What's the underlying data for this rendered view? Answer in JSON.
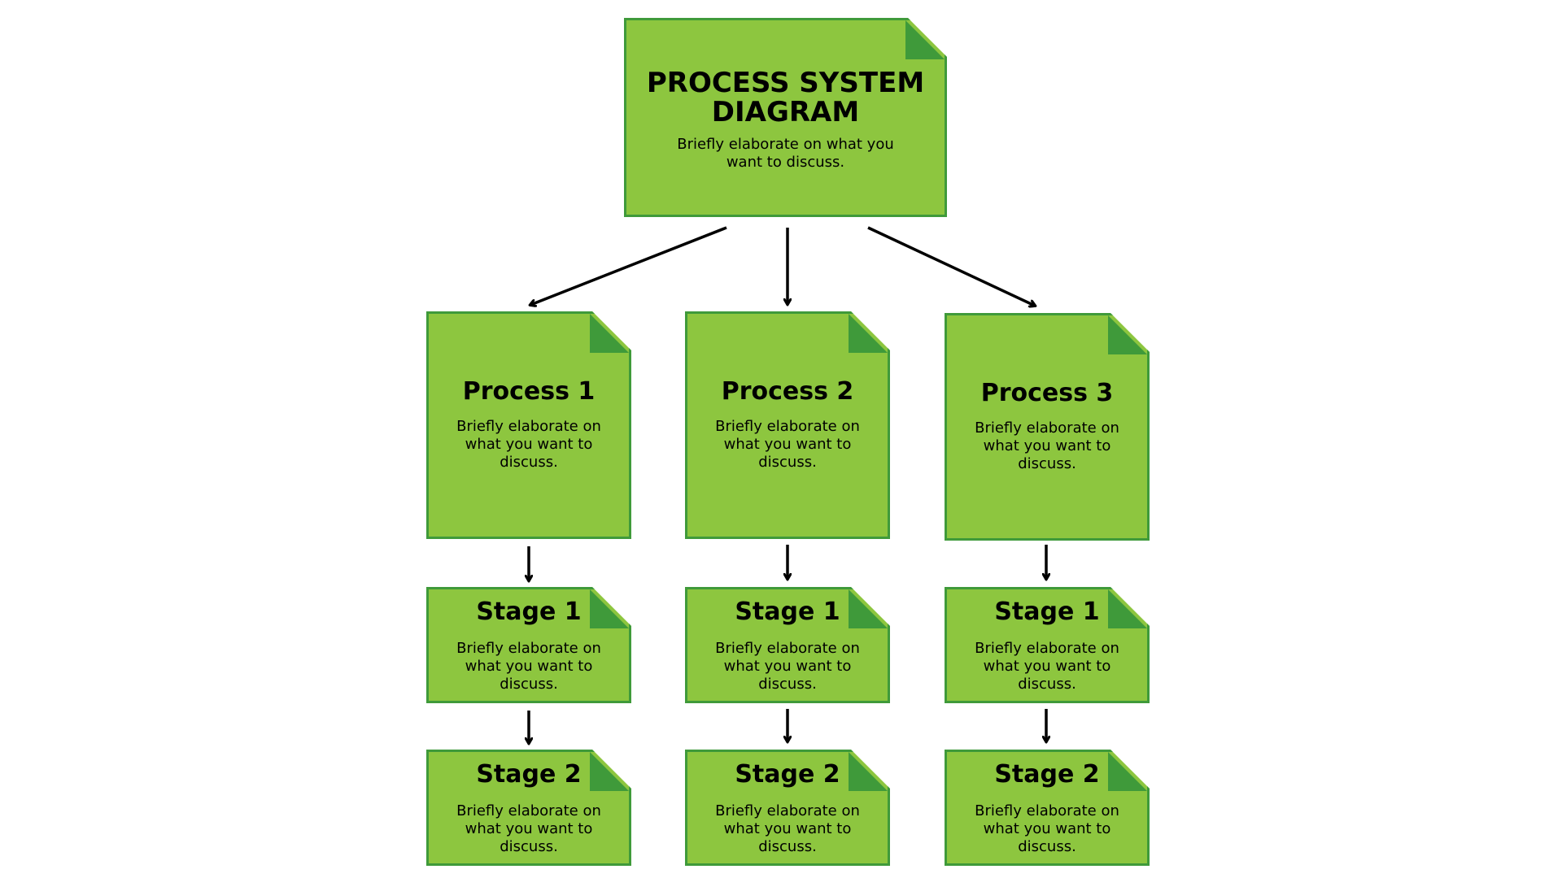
{
  "main": {
    "title": "PROCESS SYSTEM DIAGRAM",
    "description": "Briefly elaborate on what you want to discuss."
  },
  "processes": [
    {
      "title": "Process 1",
      "description": "Briefly elaborate on what you want to discuss.",
      "stages": [
        {
          "title": "Stage 1",
          "description": "Briefly elaborate on what you want to discuss."
        },
        {
          "title": "Stage 2",
          "description": "Briefly elaborate on what you want to discuss."
        }
      ]
    },
    {
      "title": "Process 2",
      "description": "Briefly elaborate on what you want to discuss.",
      "stages": [
        {
          "title": "Stage 1",
          "description": "Briefly elaborate on what you want to discuss."
        },
        {
          "title": "Stage 2",
          "description": "Briefly elaborate on what you want to discuss."
        }
      ]
    },
    {
      "title": "Process 3",
      "description": "Briefly elaborate on what you want to discuss.",
      "stages": [
        {
          "title": "Stage 1",
          "description": "Briefly elaborate on what you want to discuss."
        },
        {
          "title": "Stage 2",
          "description": "Briefly elaborate on what you want to discuss."
        }
      ]
    }
  ],
  "colors": {
    "card_fill": "#8dc63f",
    "card_border": "#3f9a3a",
    "arrow": "#000000"
  }
}
